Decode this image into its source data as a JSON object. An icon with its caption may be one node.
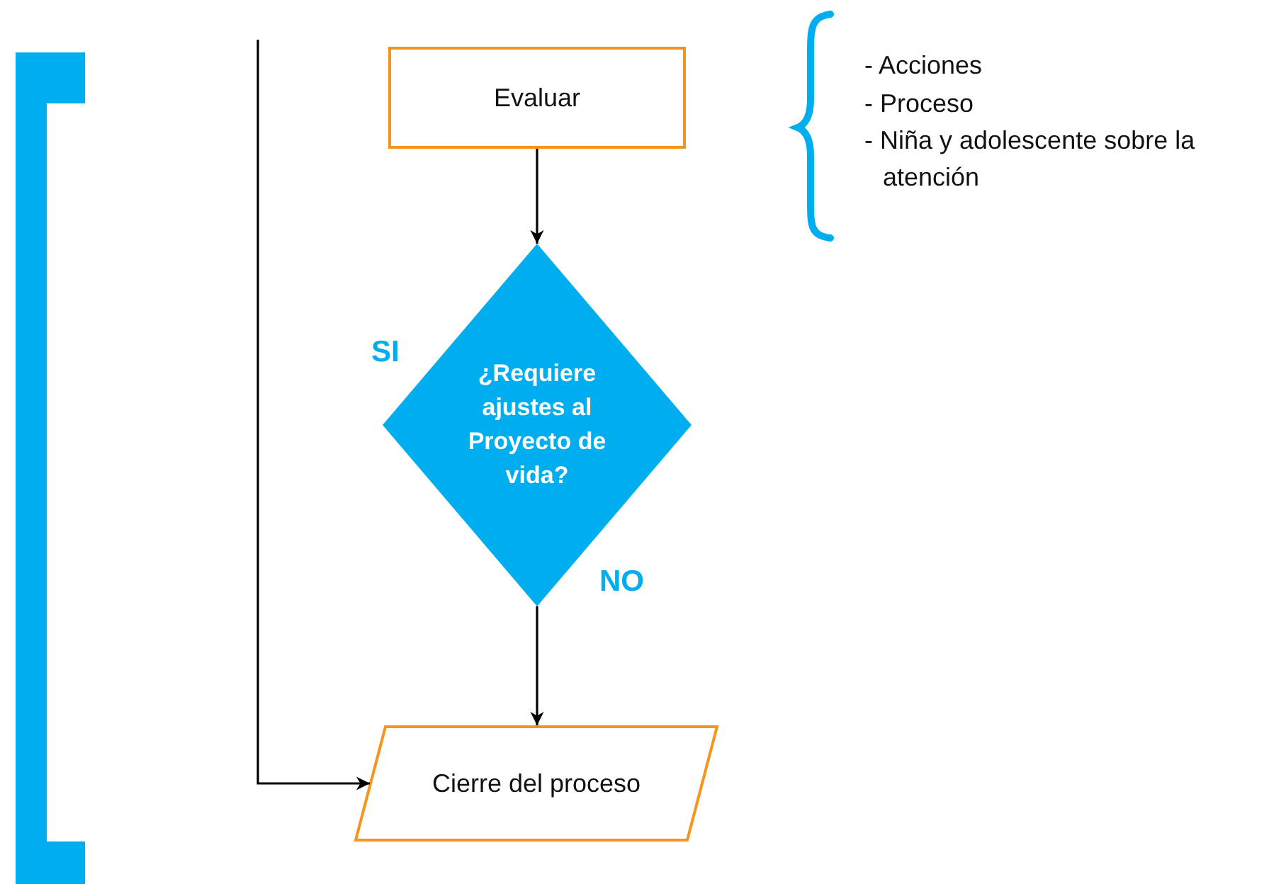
{
  "diagram": {
    "nodes": [
      {
        "text": [
          "Evaluar"
        ]
      },
      {
        "text": [
          "¿Requiere ajustes al Proyecto de vida?"
        ]
      },
      {
        "text": [
          "Cierre del proceso"
        ]
      }
    ],
    "edges": [
      {
        "from": 0,
        "to": 1,
        "arrow": "to"
      },
      {
        "from": 1,
        "to": 2,
        "arrow": "to"
      },
      {
        "from": null,
        "to": 2,
        "arrow": "to"
      }
    ],
    "labels": [
      "- Acciones",
      "- Proceso",
      "- Niña y adolescente sobre la atención",
      "SI",
      "NO"
    ]
  }
}
